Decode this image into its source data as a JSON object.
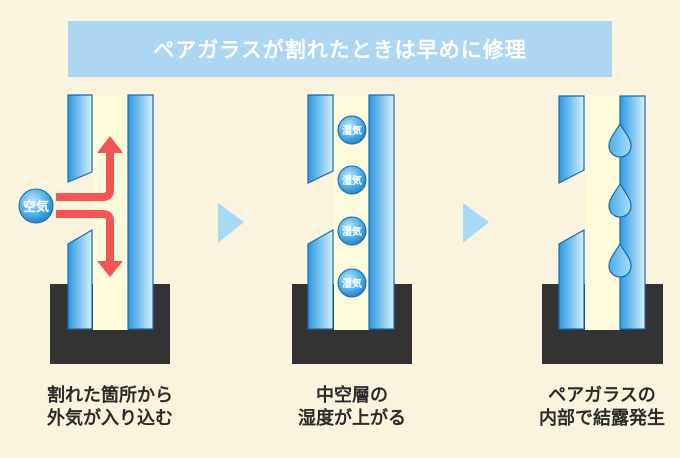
{
  "title": "ペアガラスが割れたときは早めに修理",
  "colors": {
    "background": "#faf4de",
    "banner": "#acd6f2",
    "glass": "#4aaee6",
    "glass_light": "#d8f0ff",
    "glass_border": "#1a6aa8",
    "air_layer": "#fdfbdc",
    "frame": "#333333",
    "arrow_red": "#f45454",
    "step_arrow": "#a8daf8"
  },
  "panels": [
    {
      "id": "step1",
      "bubble": "空気",
      "caption": [
        "割れた箇所から",
        "外気が入り込む"
      ]
    },
    {
      "id": "step2",
      "bubbles": [
        "湿気",
        "湿気",
        "湿気",
        "湿気"
      ],
      "caption": [
        "中空層の",
        "湿度が上がる"
      ]
    },
    {
      "id": "step3",
      "droplets": 3,
      "caption": [
        "ペアガラスの",
        "内部で結露発生"
      ]
    }
  ],
  "step_arrows": [
    "right-arrow",
    "right-arrow"
  ]
}
